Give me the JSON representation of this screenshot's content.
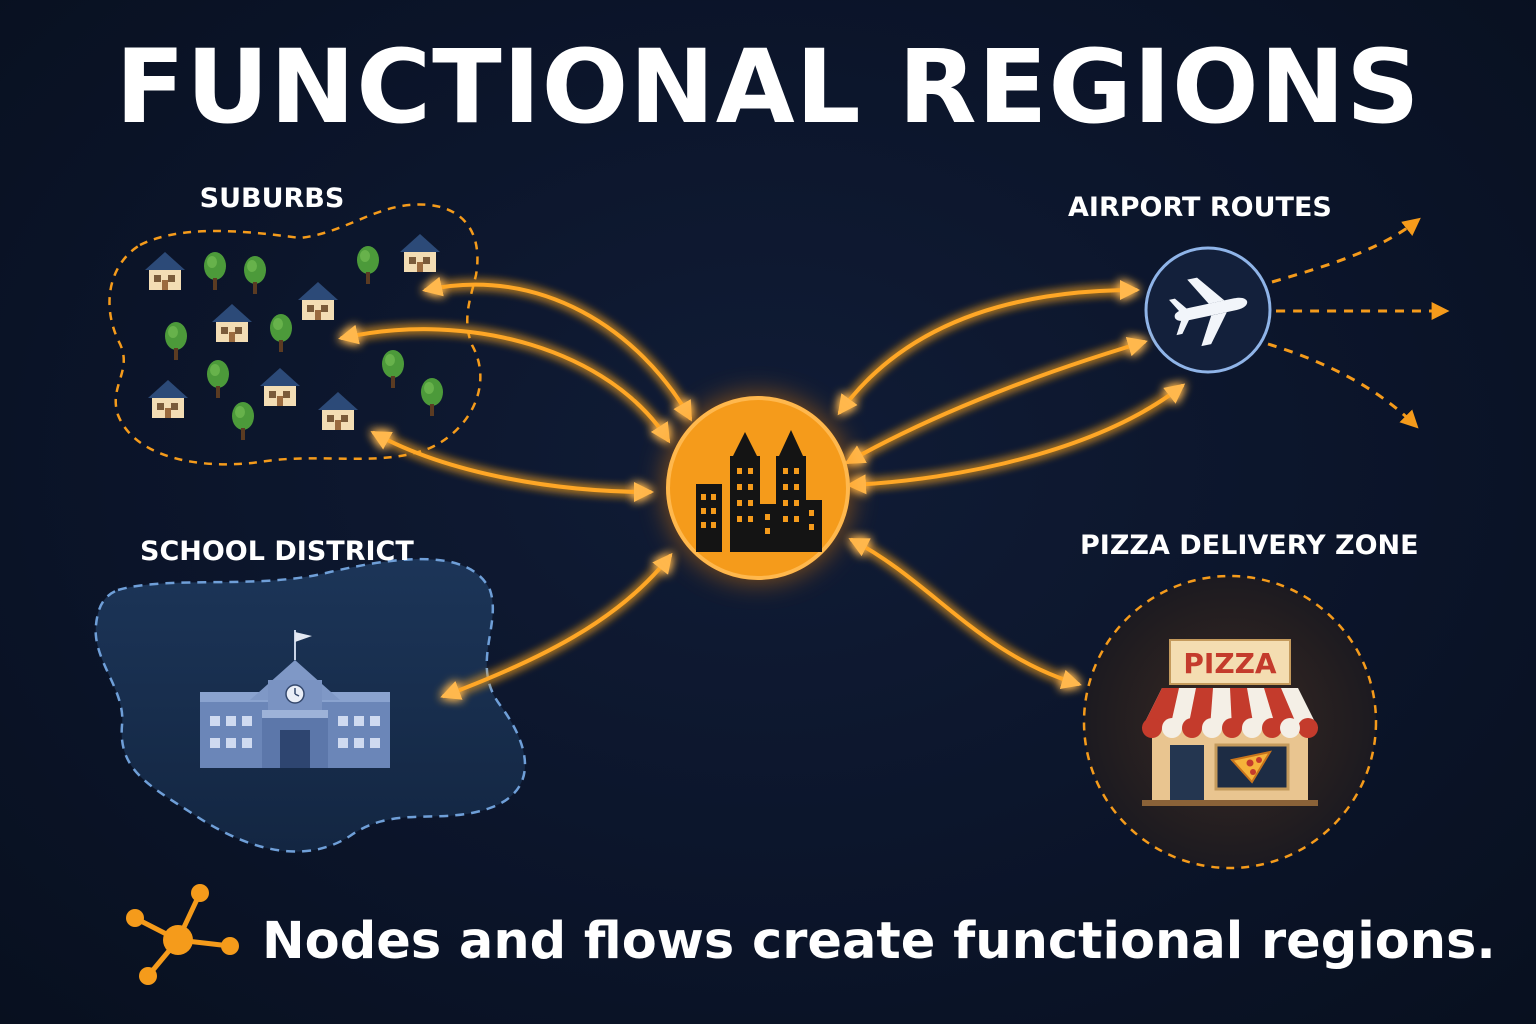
{
  "title": "FUNCTIONAL REGIONS",
  "regions": {
    "suburbs": {
      "label": "SUBURBS"
    },
    "school": {
      "label": "SCHOOL DISTRICT"
    },
    "airport": {
      "label": "AIRPORT ROUTES"
    },
    "pizza": {
      "label": "PIZZA DELIVERY ZONE",
      "sign": "PIZZA"
    }
  },
  "caption": "Nodes and flows create functional regions.",
  "colors": {
    "background": "#0b1429",
    "flow": "#ffa726",
    "flow_glow": "#ff7a00",
    "school_border": "#6f9fd8",
    "airport_border": "#8fb4e8",
    "node_fill": "#f59b1b"
  },
  "icons": {
    "central_node": "city-skyline-icon",
    "airport": "airplane-icon",
    "school": "school-building-icon",
    "pizza": "pizza-shop-icon",
    "caption": "network-nodes-icon"
  }
}
